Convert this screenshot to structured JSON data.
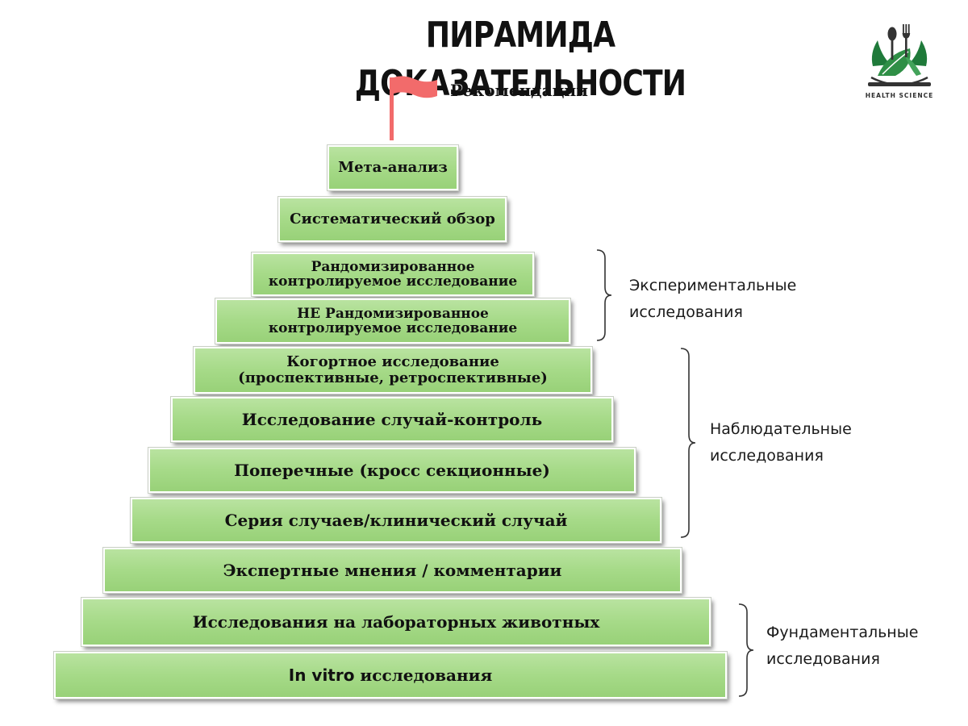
{
  "title": "ПИРАМИДА ДОКАЗАТЕЛЬНОСТИ",
  "logo": {
    "text": "HEALTH SCIENCE",
    "icon": "plate-leaves-fork-spoon"
  },
  "flag": {
    "label": "Рекомендации",
    "color": "#f26b6b"
  },
  "colors": {
    "level_fill": "#a6da88",
    "bracket": "#333333",
    "flag": "#f26b6b"
  },
  "levels": [
    {
      "lines": [
        "Мета-анализ"
      ]
    },
    {
      "lines": [
        "Систематический обзор"
      ]
    },
    {
      "lines": [
        "Рандомизированное",
        "контролируемое исследование"
      ]
    },
    {
      "lines": [
        "НЕ Рандомизированное",
        "контролируемое исследование"
      ]
    },
    {
      "lines": [
        "Когортное исследование",
        "(проспективные, ретроспективные)"
      ]
    },
    {
      "lines": [
        "Исследование случай-контроль"
      ]
    },
    {
      "lines": [
        "Поперечные (кросс секционные)"
      ]
    },
    {
      "lines": [
        "Серия случаев/клинический случай"
      ]
    },
    {
      "lines": [
        "Экспертные мнения / комментарии"
      ]
    },
    {
      "lines": [
        "Исследования на лабораторных животных"
      ]
    },
    {
      "prefix": "In vitro",
      "rest": " исследования"
    }
  ],
  "groups": [
    {
      "lines": [
        "Экспериментальные",
        "исследования"
      ]
    },
    {
      "lines": [
        "Наблюдательные",
        "исследования"
      ]
    },
    {
      "lines": [
        "Фундаментальные",
        "исследования"
      ]
    }
  ]
}
